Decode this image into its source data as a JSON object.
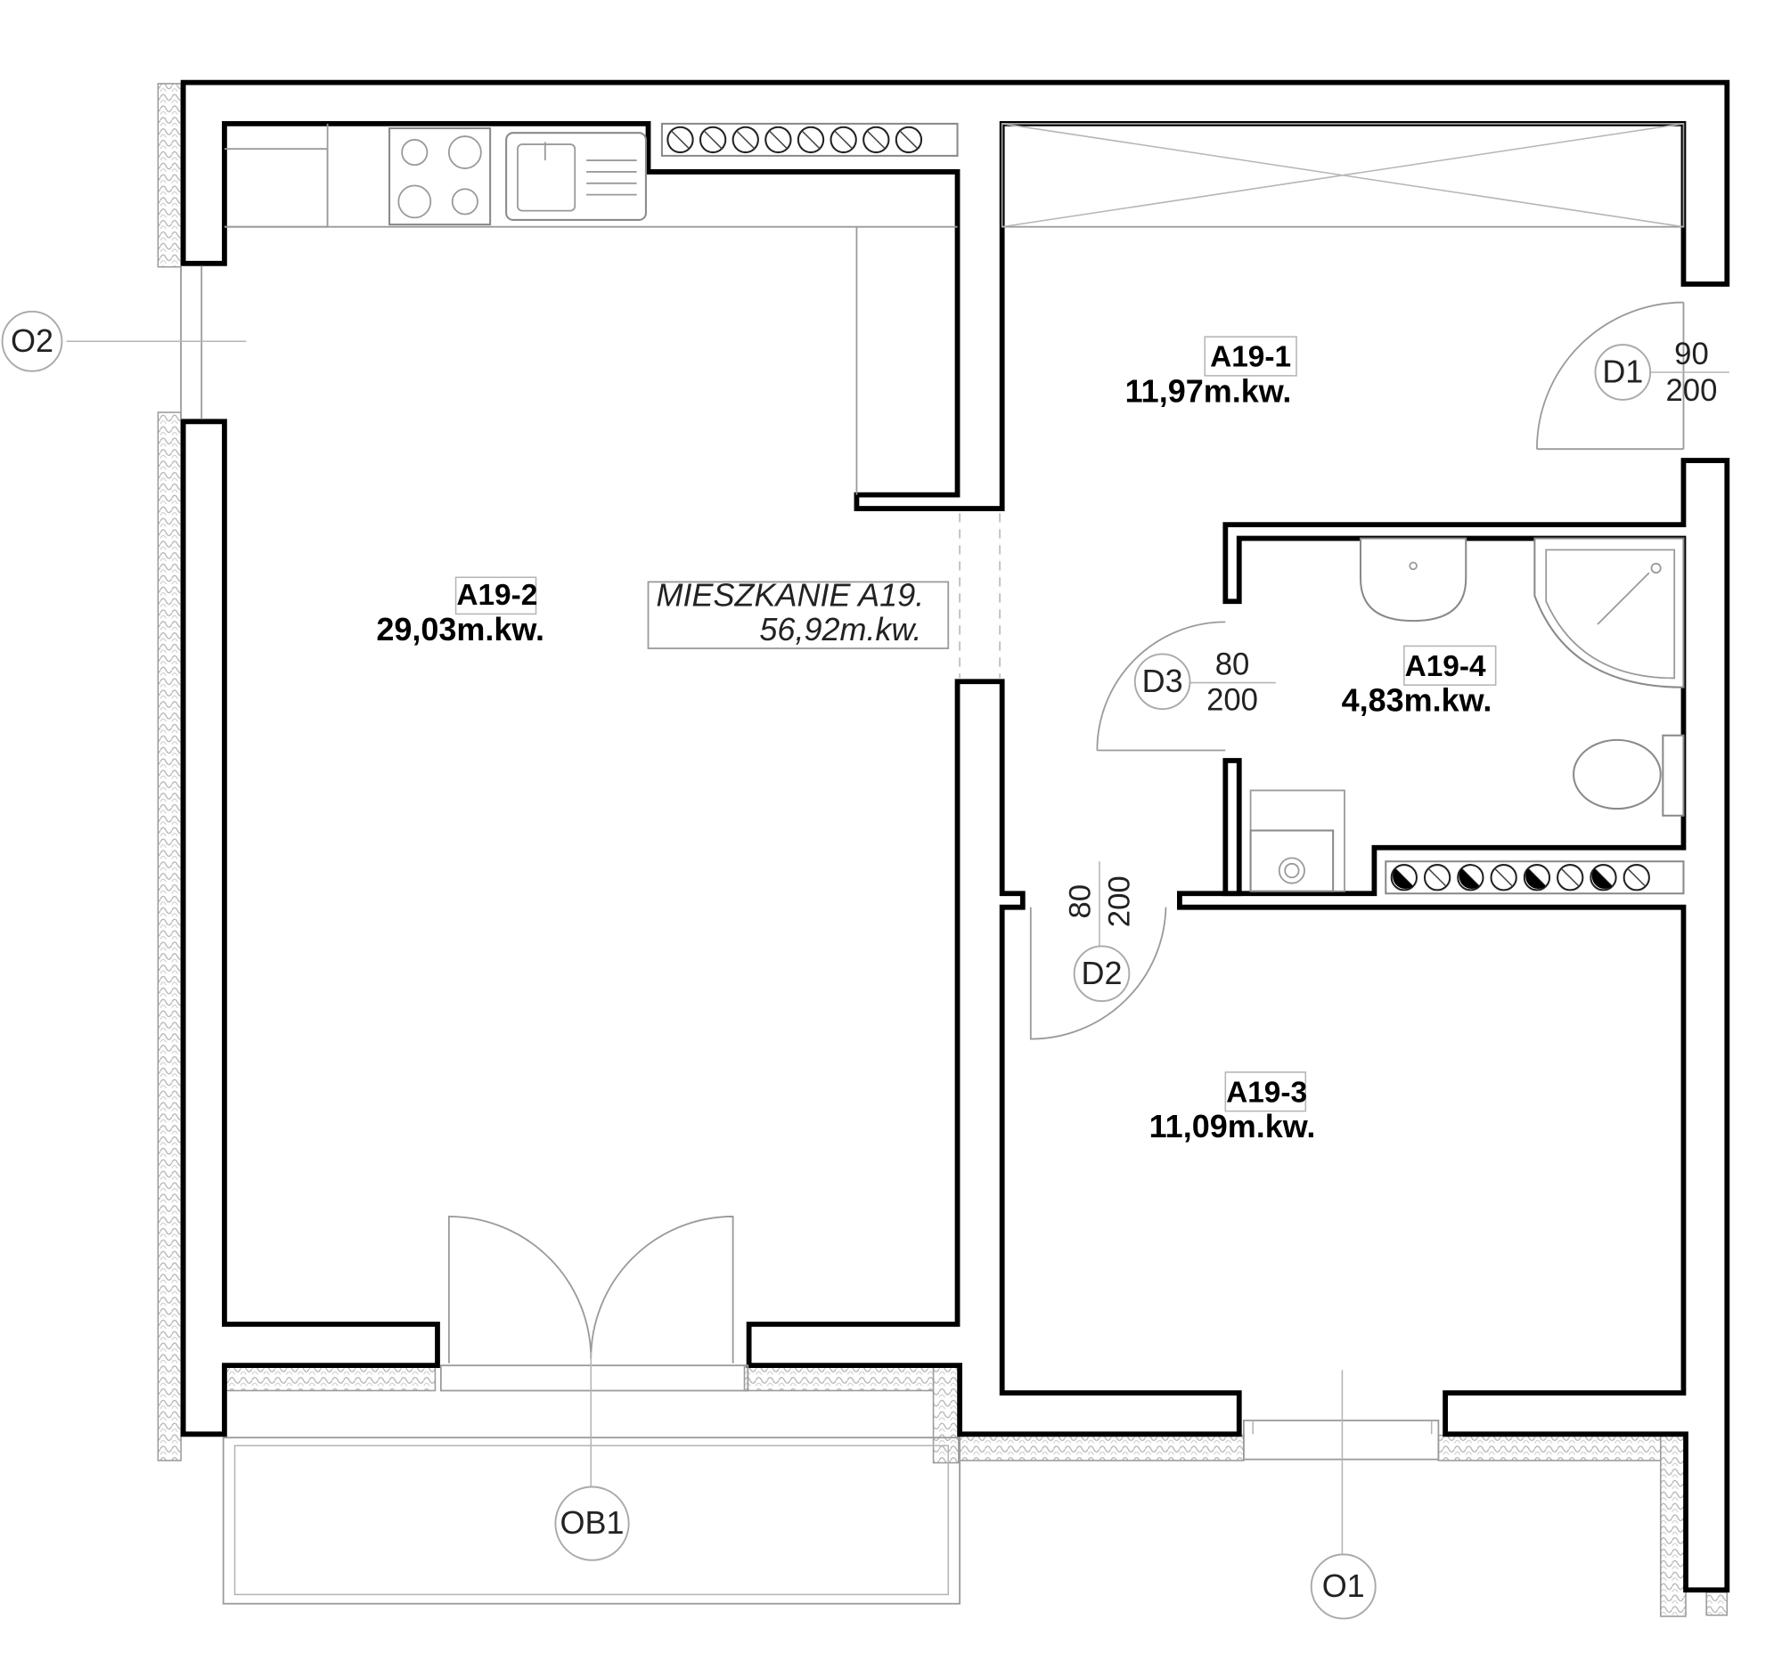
{
  "apartment": {
    "name": "MIESZKANIE A19.",
    "area": "56,92m.kw."
  },
  "rooms": [
    {
      "code": "A19-1",
      "area": "11,97m.kw."
    },
    {
      "code": "A19-2",
      "area": "29,03m.kw."
    },
    {
      "code": "A19-3",
      "area": "11,09m.kw."
    },
    {
      "code": "A19-4",
      "area": "4,83m.kw."
    }
  ],
  "doors": [
    {
      "tag": "D1",
      "width": "90",
      "height": "200"
    },
    {
      "tag": "D2",
      "width": "80",
      "height": "200"
    },
    {
      "tag": "D3",
      "width": "80",
      "height": "200"
    }
  ],
  "windows": [
    {
      "tag": "O1"
    },
    {
      "tag": "O2"
    },
    {
      "tag": "OB1"
    }
  ]
}
